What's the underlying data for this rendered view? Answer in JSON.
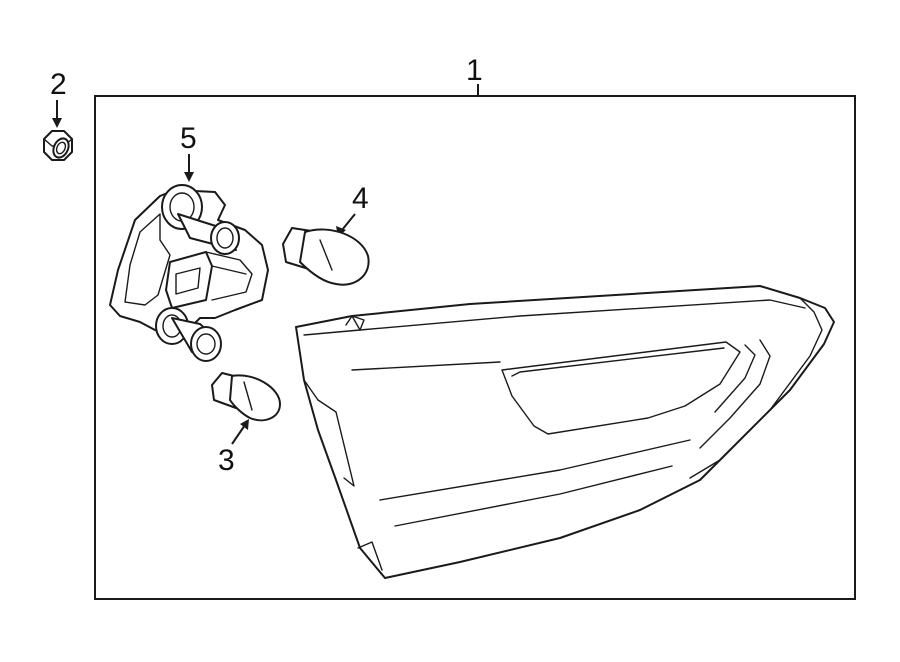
{
  "callouts": {
    "housing": "1",
    "nut": "2",
    "bulb_small": "3",
    "bulb_large": "4",
    "socket": "5"
  },
  "colors": {
    "line": "#1a1a1a",
    "background": "#ffffff"
  }
}
